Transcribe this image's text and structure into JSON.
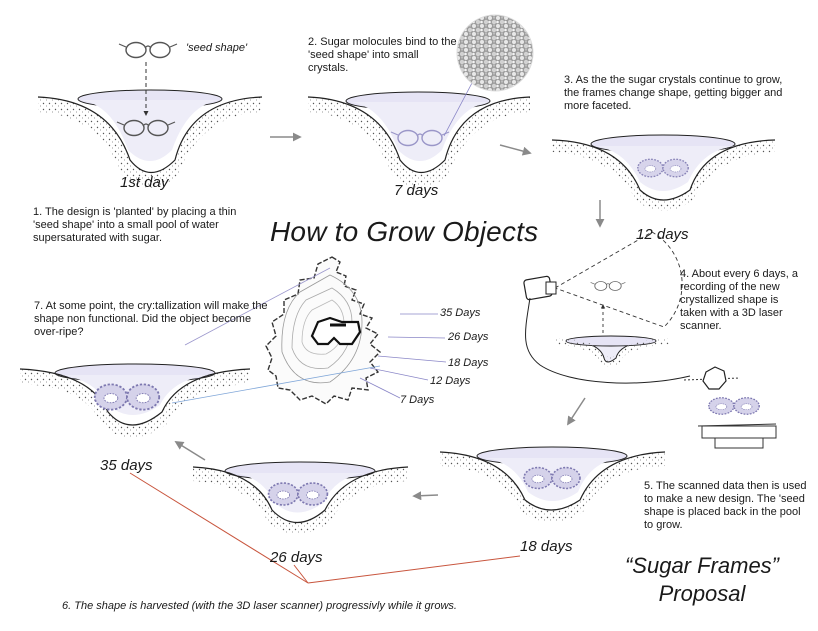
{
  "title": "How to Grow Objects",
  "seed_label": "'seed shape'",
  "stages": [
    {
      "label": "1st day"
    },
    {
      "label": "7 days"
    },
    {
      "label": "12 days"
    },
    {
      "label": "18 days"
    },
    {
      "label": "26 days"
    },
    {
      "label": "35 days"
    }
  ],
  "steps": {
    "s1": "1. The design is 'planted' by placing a thin 'seed shape' into a small pool of water supersaturated with sugar.",
    "s2": "2. Sugar molocules bind to the 'seed shape' into small crystals.",
    "s3": "3. As the the sugar crystals continue to grow, the frames change shape, getting bigger and more faceted.",
    "s4": "4.  About every 6 days, a recording of the new crystallized shape is taken with a 3D laser scanner.",
    "s5": "5.  The scanned data then is used to make a new design. The 'seed shape is placed back in the pool to grow.",
    "s6": "6. The shape is harvested (with the 3D laser scanner)  progressivly while it grows.",
    "s7": "7. At some point, the cry:tallization will make the shape non functional. Did the object become over-ripe?"
  },
  "rings": [
    "35 Days",
    "26 Days",
    "18 Days",
    "12 Days",
    "7 Days"
  ],
  "proposal": {
    "line1": "“Sugar Frames”",
    "line2": "Proposal"
  },
  "colors": {
    "ink": "#1a1a1a",
    "water": "#e6e4f5",
    "frames": "#a9a3cf",
    "harvest_line": "#c8553d",
    "leader": "#8a86c7",
    "arrow": "#8a8a8a"
  }
}
